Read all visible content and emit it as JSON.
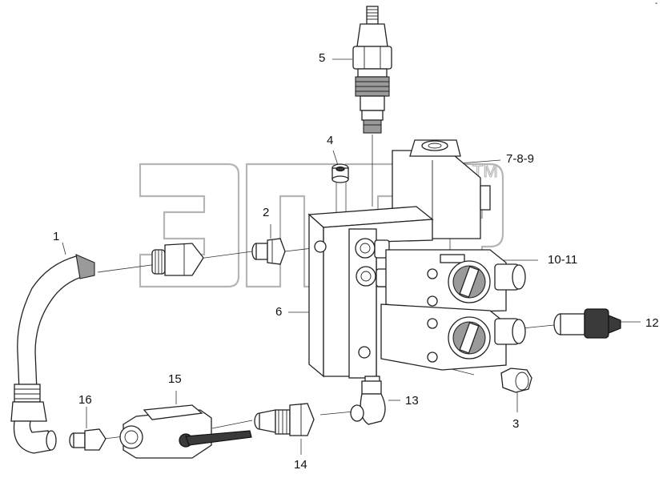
{
  "watermark": {
    "text": "элер",
    "mark": "TM"
  },
  "callouts": {
    "c1": "1",
    "c2": "2",
    "c3_lower": "3",
    "c4": "4",
    "c5": "5",
    "c6": "6",
    "c7_8_9": "7-8-9",
    "c10_11": "10-11",
    "c12": "12",
    "c13": "13",
    "c14": "14",
    "c15": "15",
    "c16": "16"
  },
  "corner_mark": "-"
}
